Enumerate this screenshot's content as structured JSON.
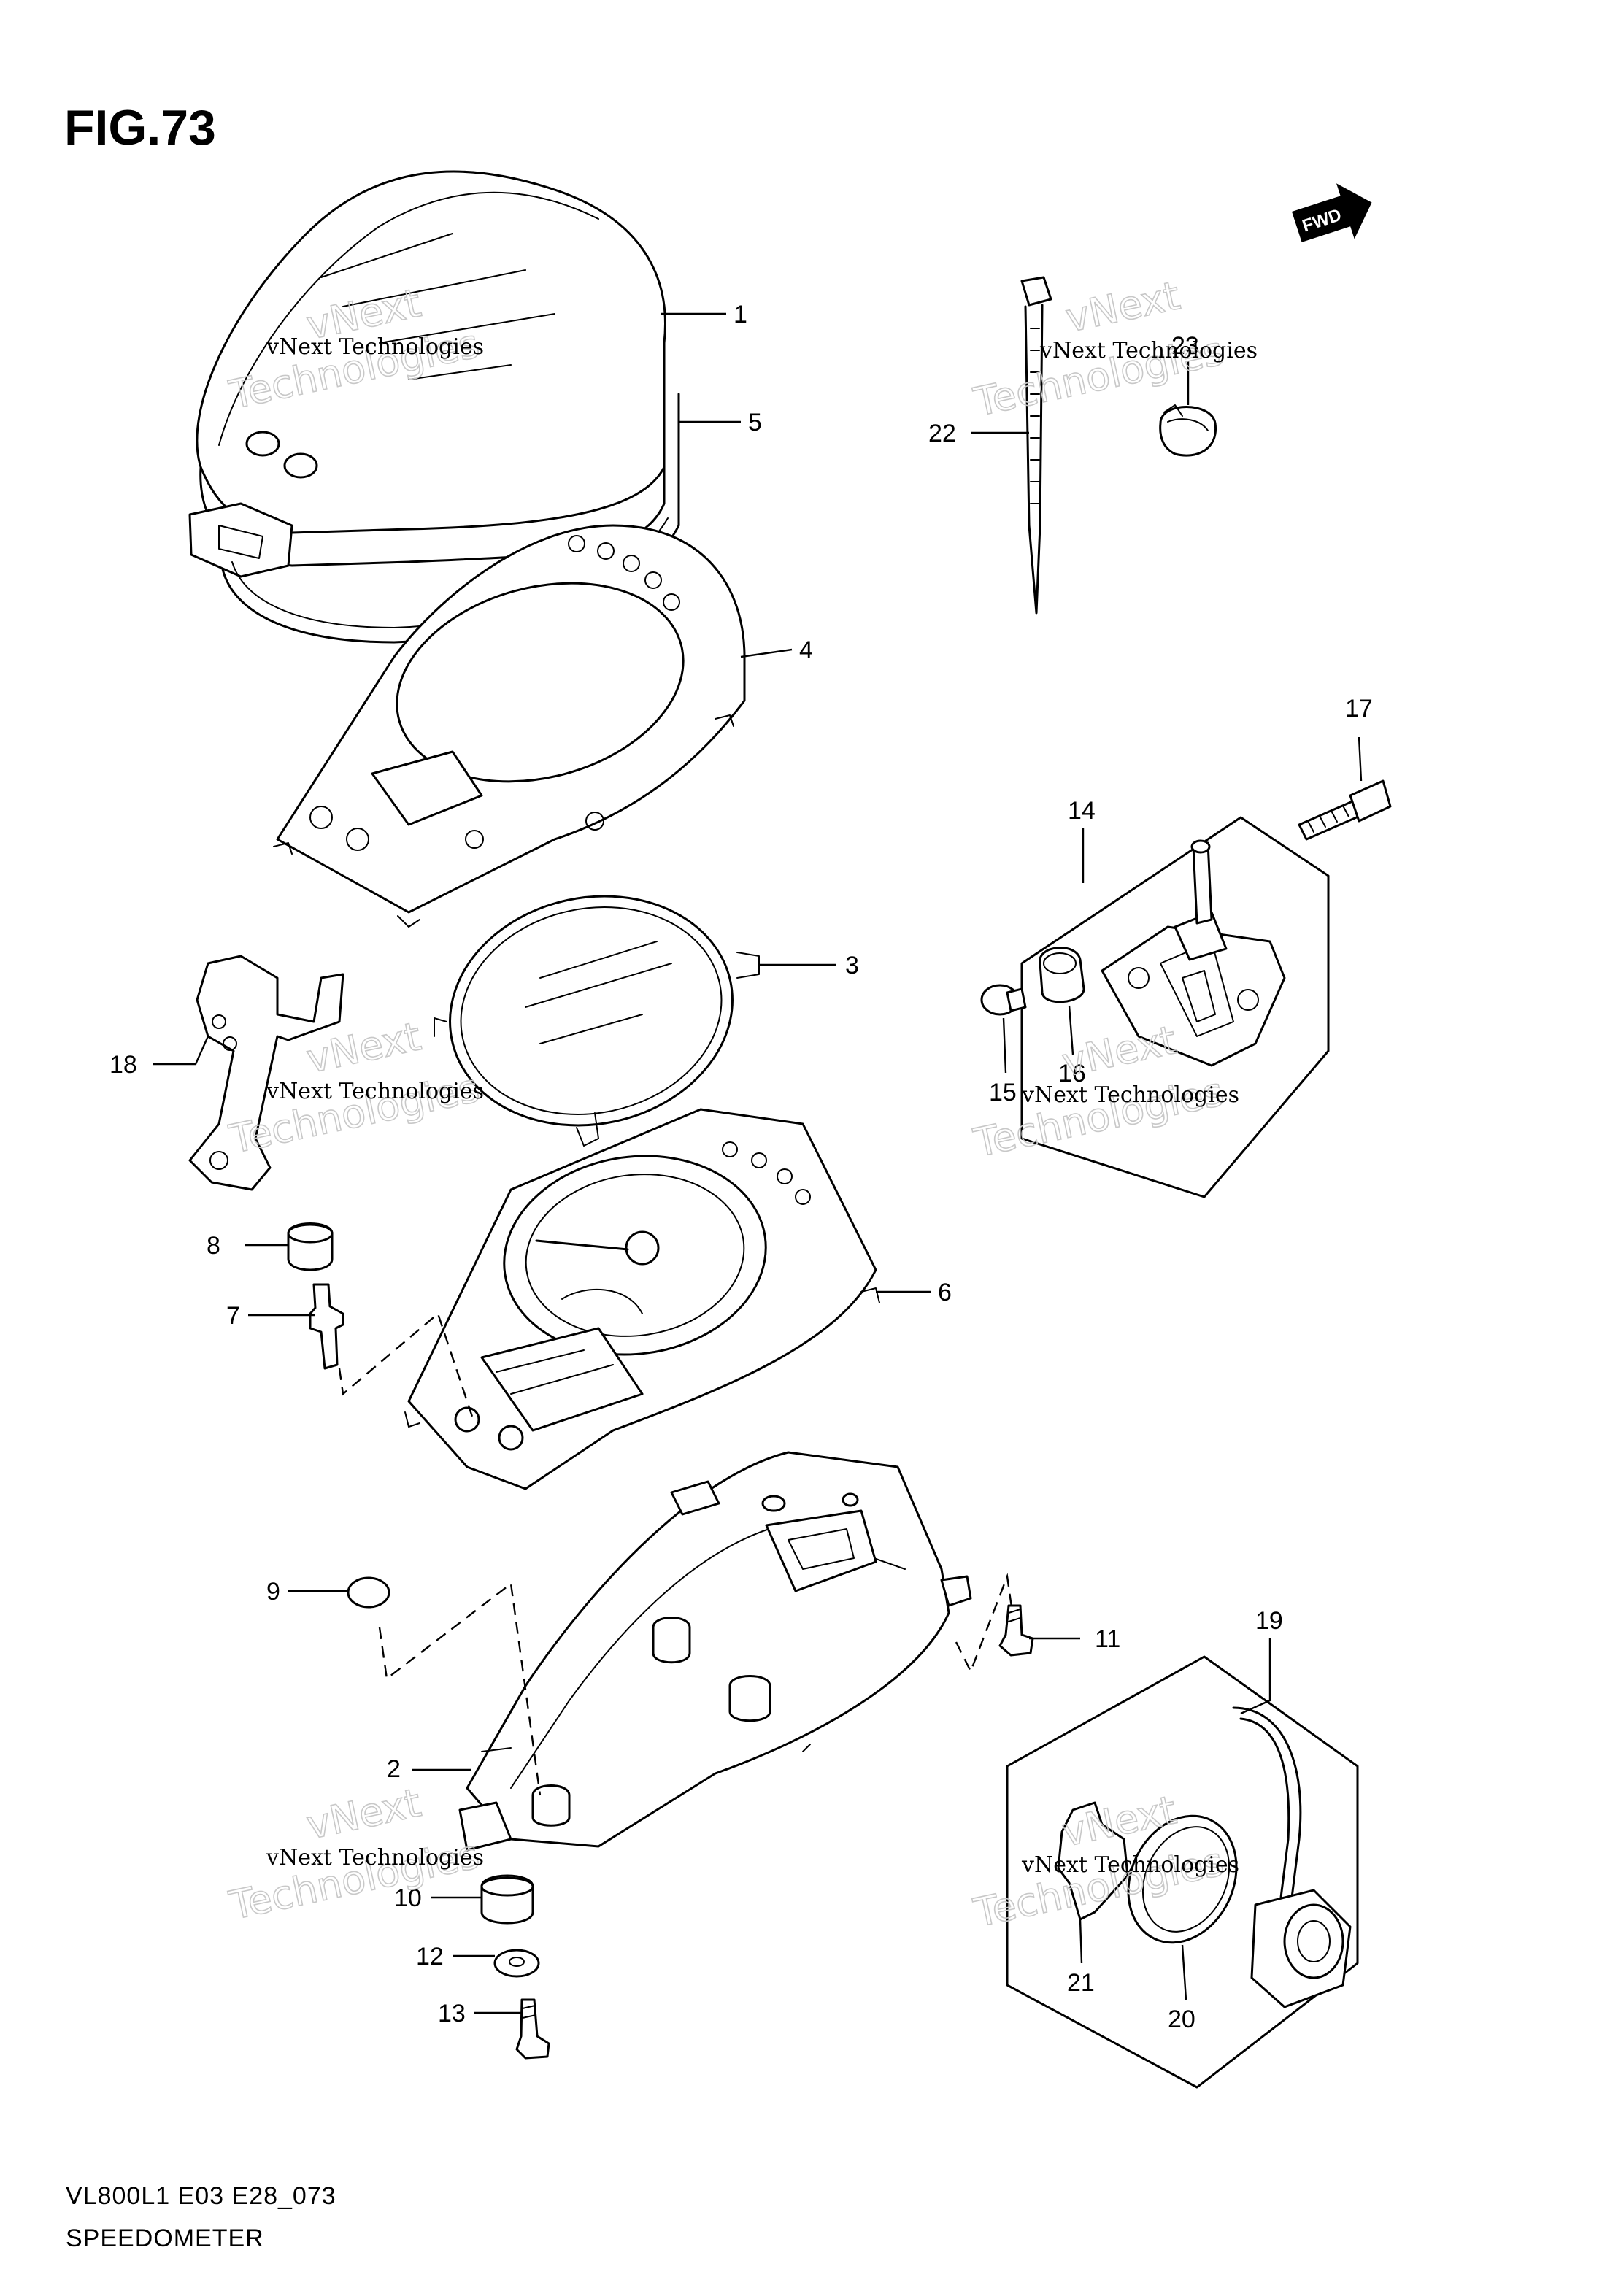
{
  "header": {
    "figure_label": "FIG.73"
  },
  "direction_badge": {
    "label": "FWD"
  },
  "footer": {
    "model_code": "VL800L1 E03 E28_073",
    "title": "SPEEDOMETER"
  },
  "watermark": {
    "line1": "vNext Technologies",
    "line2": "vNext",
    "line3": "Technologies"
  },
  "callouts": [
    {
      "id": "1",
      "label": "1"
    },
    {
      "id": "2",
      "label": "2"
    },
    {
      "id": "3",
      "label": "3"
    },
    {
      "id": "4",
      "label": "4"
    },
    {
      "id": "5",
      "label": "5"
    },
    {
      "id": "6",
      "label": "6"
    },
    {
      "id": "7",
      "label": "7"
    },
    {
      "id": "8",
      "label": "8"
    },
    {
      "id": "9",
      "label": "9"
    },
    {
      "id": "10",
      "label": "10"
    },
    {
      "id": "11",
      "label": "11"
    },
    {
      "id": "12",
      "label": "12"
    },
    {
      "id": "13",
      "label": "13"
    },
    {
      "id": "14",
      "label": "14"
    },
    {
      "id": "15",
      "label": "15"
    },
    {
      "id": "16",
      "label": "16"
    },
    {
      "id": "17",
      "label": "17"
    },
    {
      "id": "18",
      "label": "18"
    },
    {
      "id": "19",
      "label": "19"
    },
    {
      "id": "20",
      "label": "20"
    },
    {
      "id": "21",
      "label": "21"
    },
    {
      "id": "22",
      "label": "22"
    },
    {
      "id": "23",
      "label": "23"
    }
  ]
}
